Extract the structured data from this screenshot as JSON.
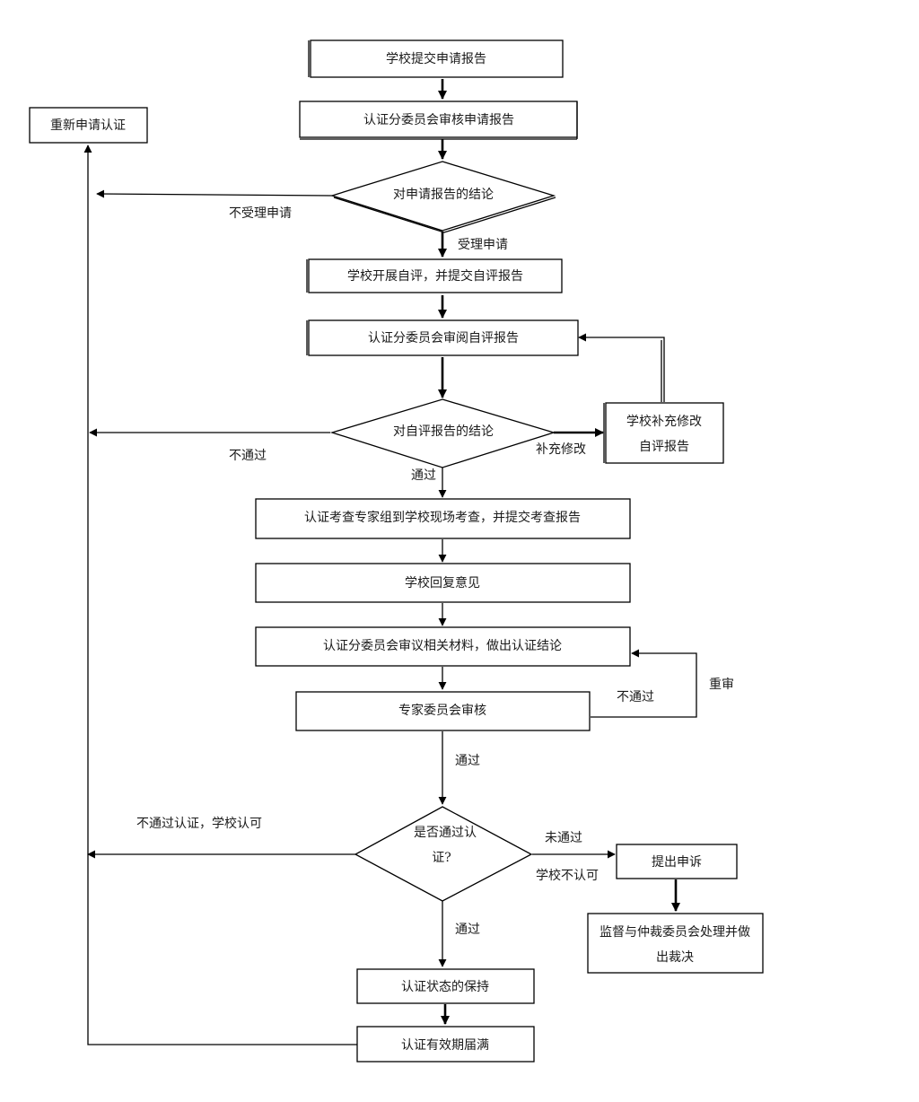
{
  "nodes": {
    "n1": "学校提交申请报告",
    "n2": "认证分委员会审核申请报告",
    "n_reapply": "重新申请认证",
    "d1": "对申请报告的结论",
    "n3": "学校开展自评，并提交自评报告",
    "n4": "认证分委员会审阅自评报告",
    "d2": "对自评报告的结论",
    "n_fix_line1": "学校补充修改",
    "n_fix_line2": "自评报告",
    "n5": "认证考查专家组到学校现场考查，并提交考查报告",
    "n6": "学校回复意见",
    "n7": "认证分委员会审议相关材料，做出认证结论",
    "n8": "专家委员会审核",
    "d3_line1": "是否通过认",
    "d3_line2": "证?",
    "n_appeal": "提出申诉",
    "n_arbit_line1": "监督与仲裁委员会处理并做",
    "n_arbit_line2": "出裁决",
    "n9": "认证状态的保持",
    "n10": "认证有效期届满"
  },
  "edge_labels": {
    "reject_application": "不受理申请",
    "accept_application": "受理申请",
    "not_pass_self_eval": "不通过",
    "supplement": "补充修改",
    "pass_self_eval": "通过",
    "committee_not_pass": "不通过",
    "review_again": "重审",
    "committee_pass": "通过",
    "not_certified_school_accepts": "不通过认证，学校认可",
    "not_passed": "未通过",
    "school_disagrees": "学校不认可",
    "certified_pass": "通过"
  }
}
